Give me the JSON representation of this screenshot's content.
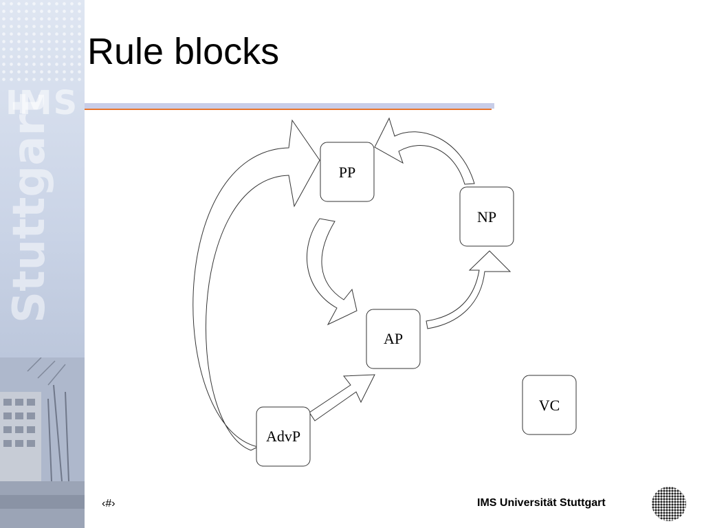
{
  "slide": {
    "title": "Rule blocks",
    "page_number": "‹#›",
    "institution": "IMS Universität Stuttgart",
    "accent_colors": {
      "rule_blue": "#c8cde8",
      "rule_orange": "#e8732a"
    }
  },
  "sidebar": {
    "logo_text": "IMS",
    "vertical_text": "Stuttgart"
  },
  "diagram": {
    "nodes": {
      "pp": "PP",
      "np": "NP",
      "ap": "AP",
      "advp": "AdvP",
      "vc": "VC"
    }
  }
}
